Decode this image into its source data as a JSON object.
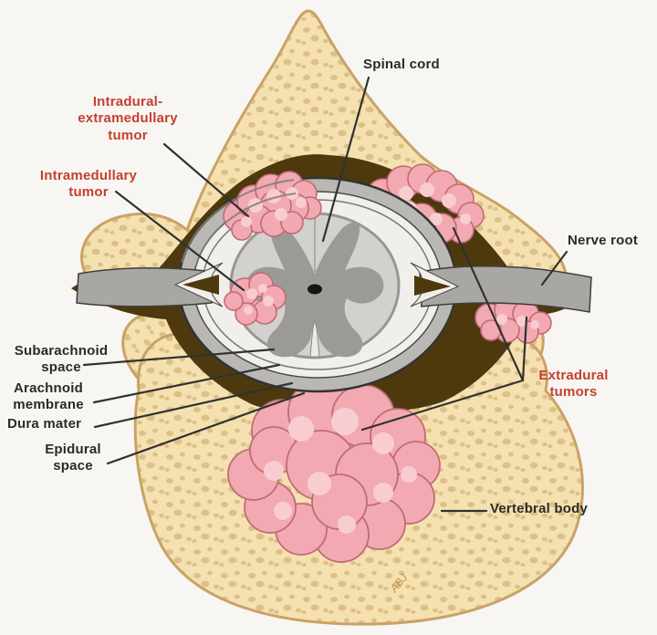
{
  "figure": {
    "signature": "ABJ",
    "colors": {
      "bone_fill": "#f5e1b0",
      "bone_outline": "#c9a266",
      "bone_speckle": "#ddc088",
      "epidural_brown": "#4e390f",
      "dura_gray": "#b9b8b4",
      "csf_white": "#f1efeb",
      "cord_gray": "#d2d1cd",
      "gray_matter": "#9b9a96",
      "nerve_gray": "#a8a7a3",
      "tumor_pink": "#f2a9b2",
      "tumor_light": "#f8cdd2",
      "tumor_outline": "#c06b77",
      "label_red": "#c5402f",
      "label_black": "#2b2a26",
      "leader_line": "#323130"
    }
  },
  "labels": {
    "spinal_cord": {
      "text": "Spinal cord"
    },
    "intradural_extramedullary_tumor": {
      "lines": [
        "Intradural-",
        "extramedullary",
        "tumor"
      ]
    },
    "intramedullary_tumor": {
      "lines": [
        "Intramedullary",
        "tumor"
      ]
    },
    "nerve_root": {
      "text": "Nerve root"
    },
    "subarachnoid_space": {
      "lines": [
        "Subarachnoid",
        "space"
      ]
    },
    "arachnoid_membrane": {
      "lines": [
        "Arachnoid",
        "membrane"
      ]
    },
    "dura_mater": {
      "text": "Dura mater"
    },
    "epidural_space": {
      "lines": [
        "Epidural",
        "space"
      ]
    },
    "extradural_tumors": {
      "lines": [
        "Extradural",
        "tumors"
      ]
    },
    "vertebral_body": {
      "text": "Vertebral body"
    }
  }
}
